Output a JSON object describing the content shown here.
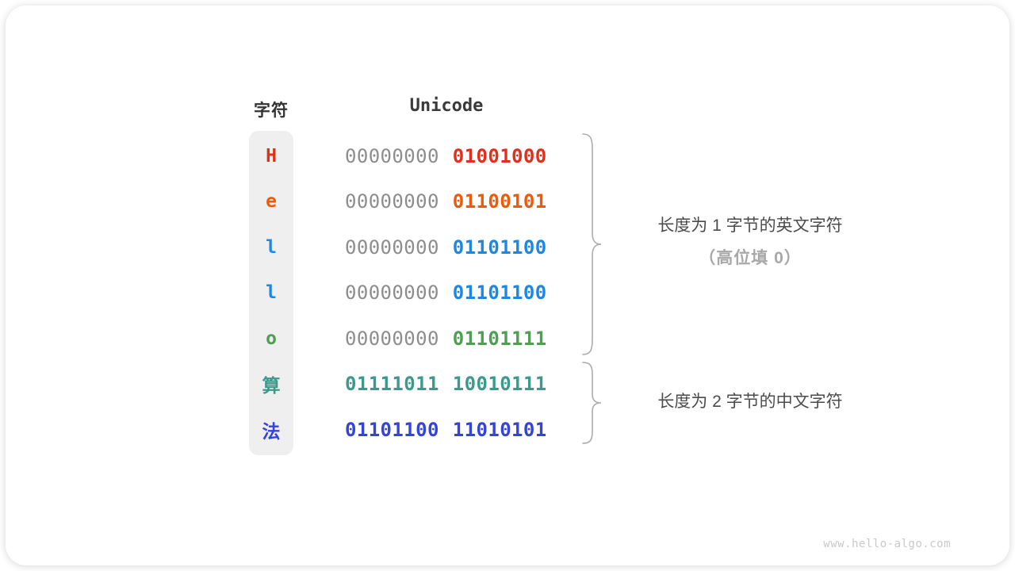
{
  "header": {
    "char_col": "字符",
    "unicode_col": "Unicode"
  },
  "rows": [
    {
      "char": "H",
      "byte1": "00000000",
      "byte2": "01001000",
      "color": "#e0301c",
      "byte1_color": "#8d8d8d"
    },
    {
      "char": "e",
      "byte1": "00000000",
      "byte2": "01100101",
      "color": "#ee5a0a",
      "byte1_color": "#8d8d8d"
    },
    {
      "char": "l",
      "byte1": "00000000",
      "byte2": "01101100",
      "color": "#1d87e4",
      "byte1_color": "#8d8d8d"
    },
    {
      "char": "l",
      "byte1": "00000000",
      "byte2": "01101100",
      "color": "#1d87e4",
      "byte1_color": "#8d8d8d"
    },
    {
      "char": "o",
      "byte1": "00000000",
      "byte2": "01101111",
      "color": "#4e9e53",
      "byte1_color": "#8d8d8d"
    },
    {
      "char": "算",
      "byte1": "01111011",
      "byte2": "10010111",
      "color": "#3a9a8b",
      "byte1_color": "#3a9a8b"
    },
    {
      "char": "法",
      "byte1": "01101100",
      "byte2": "11010101",
      "color": "#3443d8",
      "byte1_color": "#3443d8"
    }
  ],
  "annotations": {
    "group1_line1": "长度为 1 字节的英文字符",
    "group1_line2": "（高位填 0）",
    "group2_line1": "长度为 2 字节的中文字符"
  },
  "colors": {
    "gray_byte": "#8d8d8d",
    "brace": "#ababab",
    "char_column_bg": "#efefef",
    "annotation_dark": "#4b4b4b",
    "annotation_light": "#a8a8a8",
    "watermark": "#c9c9c9"
  },
  "watermark": "www.hello-algo.com"
}
